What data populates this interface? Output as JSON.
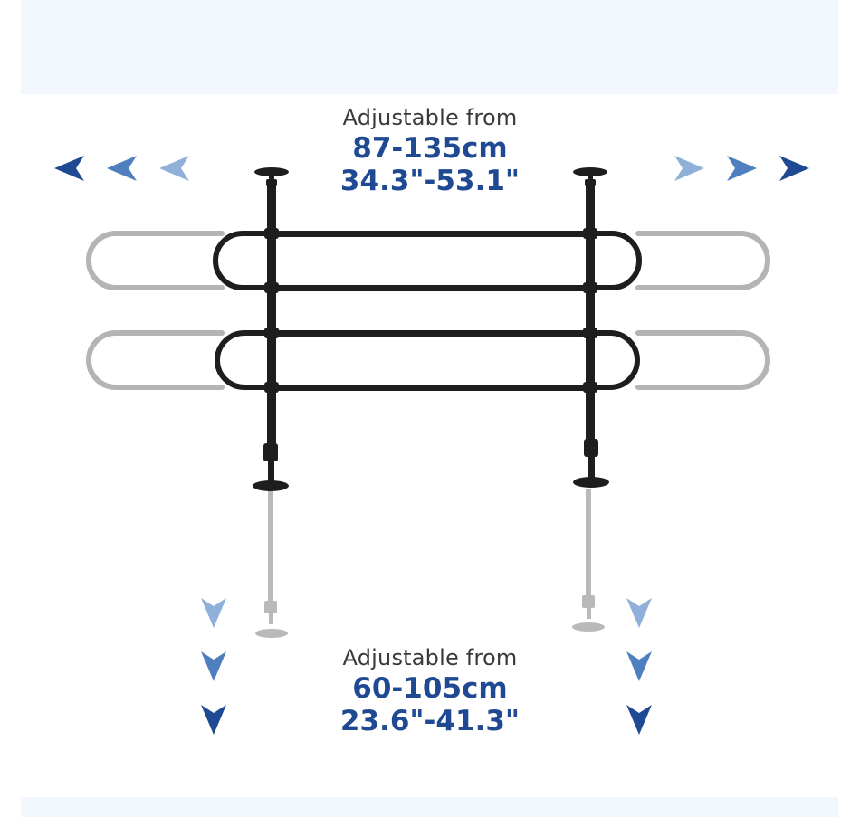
{
  "width_label": {
    "caption": "Adjustable from",
    "metric": "87-135cm",
    "imperial": "34.3\"-53.1\""
  },
  "height_label": {
    "caption": "Adjustable from",
    "metric": "60-105cm",
    "imperial": "23.6\"-41.3\""
  },
  "colors": {
    "accent_dark": "#1f4a93",
    "accent_mid": "#4f7fbe",
    "accent_light": "#8fb0d8",
    "band": "#f2f6fd",
    "bar": "#1e1e1e",
    "ghost": "#b4b4b4"
  },
  "icons": [
    "arrow-left-icon",
    "arrow-right-icon",
    "arrow-down-icon"
  ]
}
